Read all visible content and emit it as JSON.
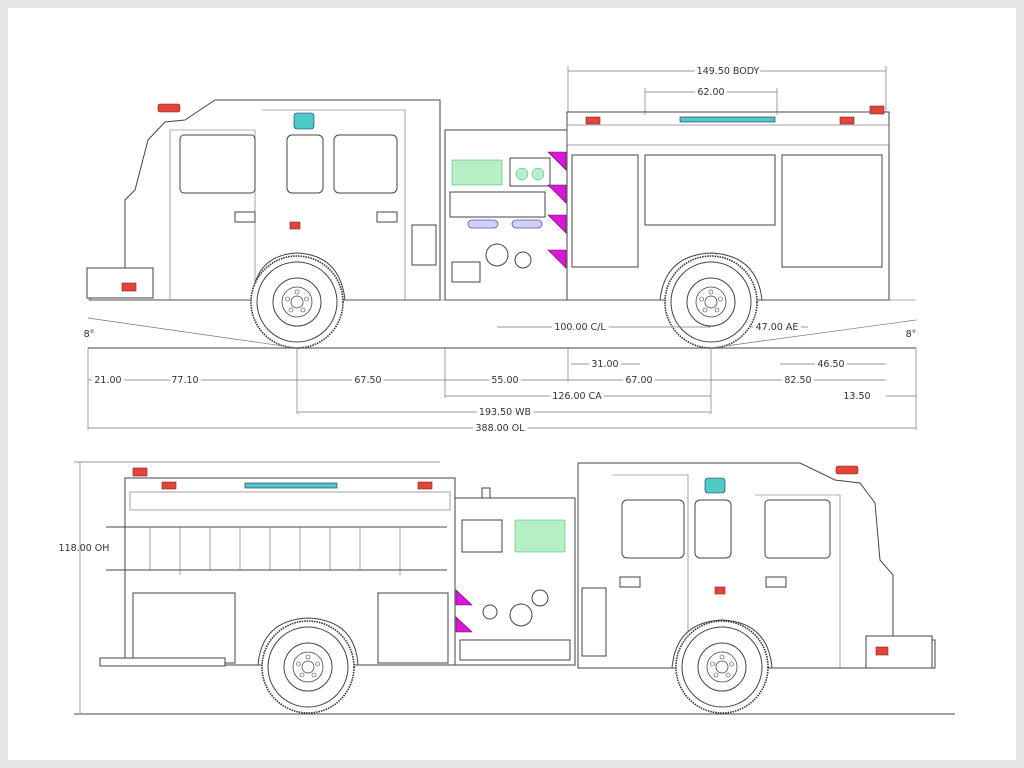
{
  "dimensions": {
    "body_length": "149.50 BODY",
    "light_bar": "62.00",
    "centerline": "100.00 C/L",
    "angle_of_exit": "47.00 AE",
    "approach_angle": "8°",
    "departure_angle": "8°",
    "compartment_a": "31.00",
    "rear_compartment": "46.50",
    "front_overhang": "21.00",
    "bumper_to_axle": "77.10",
    "axle_to_cab": "67.50",
    "pump_module": "55.00",
    "body_to_rear_axle": "67.00",
    "rear_overhang": "82.50",
    "cab_to_axle": "126.00 CA",
    "tailboard": "13.50",
    "wheelbase": "193.50 WB",
    "overall_length": "388.00 OL",
    "overall_height": "118.00 OH"
  },
  "colors": {
    "accent_pump": "#d81ad8",
    "gauge_green": "#b6f0c4",
    "warning_red": "#e0443a",
    "window_teal": "#4fc8c8"
  }
}
